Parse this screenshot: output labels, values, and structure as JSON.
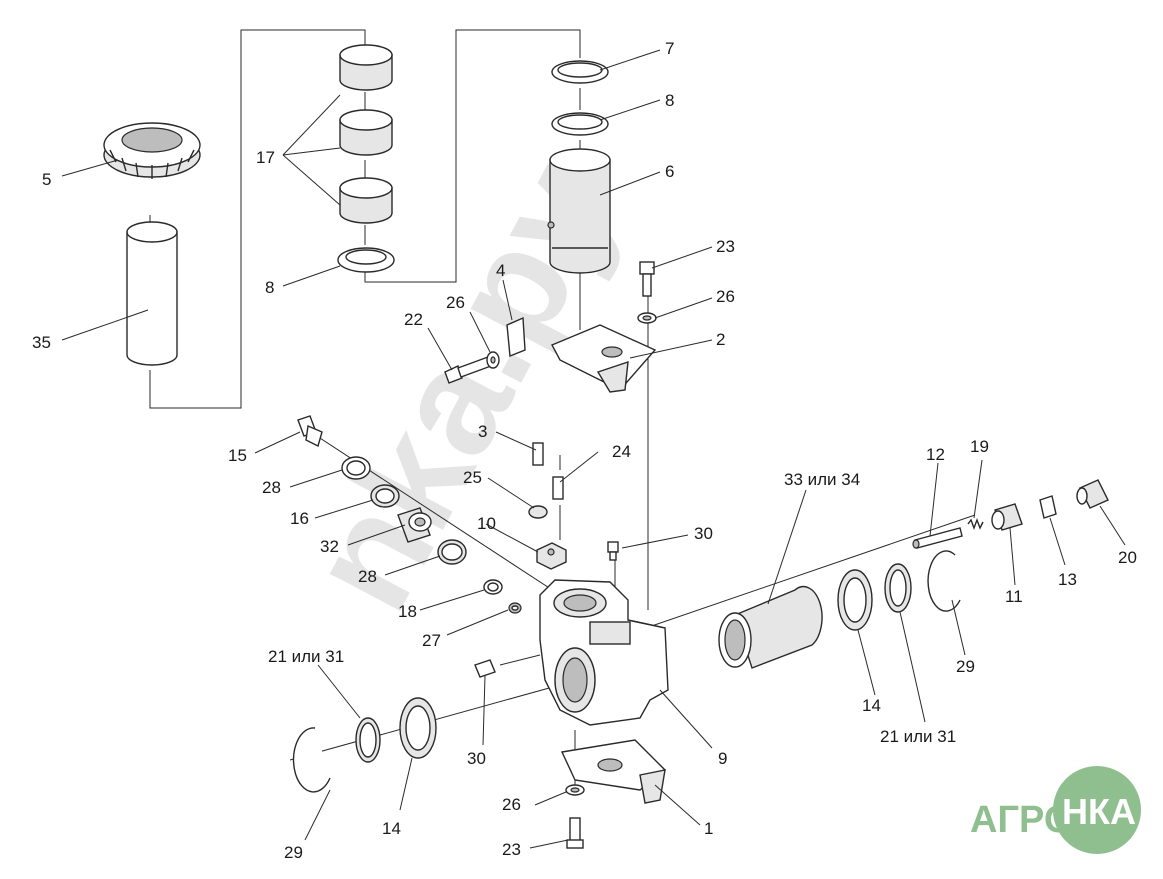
{
  "callouts": [
    {
      "id": "c1",
      "text": "1"
    },
    {
      "id": "c2",
      "text": "2"
    },
    {
      "id": "c3",
      "text": "3"
    },
    {
      "id": "c4",
      "text": "4"
    },
    {
      "id": "c5",
      "text": "5"
    },
    {
      "id": "c6",
      "text": "6"
    },
    {
      "id": "c7",
      "text": "7"
    },
    {
      "id": "c8a",
      "text": "8"
    },
    {
      "id": "c8b",
      "text": "8"
    },
    {
      "id": "c9",
      "text": "9"
    },
    {
      "id": "c10",
      "text": "10"
    },
    {
      "id": "c11",
      "text": "11"
    },
    {
      "id": "c12",
      "text": "12"
    },
    {
      "id": "c13",
      "text": "13"
    },
    {
      "id": "c14a",
      "text": "14"
    },
    {
      "id": "c14b",
      "text": "14"
    },
    {
      "id": "c15",
      "text": "15"
    },
    {
      "id": "c16",
      "text": "16"
    },
    {
      "id": "c17",
      "text": "17"
    },
    {
      "id": "c18",
      "text": "18"
    },
    {
      "id": "c19",
      "text": "19"
    },
    {
      "id": "c20",
      "text": "20"
    },
    {
      "id": "c21a",
      "text": "21 или 31"
    },
    {
      "id": "c21b",
      "text": "21 или 31"
    },
    {
      "id": "c22",
      "text": "22"
    },
    {
      "id": "c23a",
      "text": "23"
    },
    {
      "id": "c23b",
      "text": "23"
    },
    {
      "id": "c24",
      "text": "24"
    },
    {
      "id": "c25",
      "text": "25"
    },
    {
      "id": "c26a",
      "text": "26"
    },
    {
      "id": "c26b",
      "text": "26"
    },
    {
      "id": "c26c",
      "text": "26"
    },
    {
      "id": "c27",
      "text": "27"
    },
    {
      "id": "c28a",
      "text": "28"
    },
    {
      "id": "c28b",
      "text": "28"
    },
    {
      "id": "c29a",
      "text": "29"
    },
    {
      "id": "c29b",
      "text": "29"
    },
    {
      "id": "c30a",
      "text": "30"
    },
    {
      "id": "c30b",
      "text": "30"
    },
    {
      "id": "c32",
      "text": "32"
    },
    {
      "id": "c33",
      "text": "33 или 34"
    },
    {
      "id": "c35",
      "text": "35"
    }
  ],
  "watermark": {
    "text": "nka.py"
  },
  "logo": {
    "text_left": "АГРО",
    "text_right": "НКА",
    "accent_color": "#8fbf8f"
  }
}
